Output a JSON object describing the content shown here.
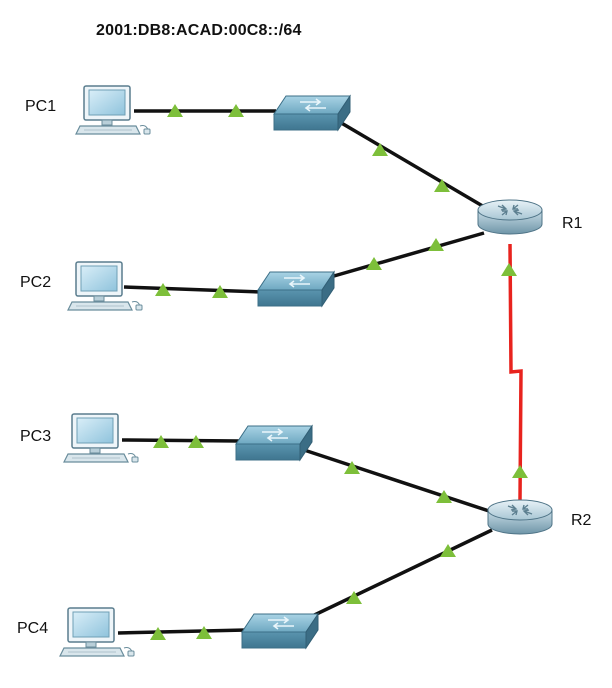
{
  "title": "2001:DB8:ACAD:00C8::/64",
  "devices": {
    "pc1": "PC1",
    "pc2": "PC2",
    "pc3": "PC3",
    "pc4": "PC4",
    "r1": "R1",
    "r2": "R2"
  },
  "colors": {
    "ethernet_link": "#111111",
    "serial_link": "#e8231e",
    "link_up_indicator": "#7dbf3a",
    "switch_body": "#5f9ab5",
    "router_body": "#9ab6c4"
  },
  "icons": {
    "pc": "pc-icon",
    "switch": "switch-icon",
    "router": "router-icon",
    "link_status": "link-up-triangle"
  }
}
